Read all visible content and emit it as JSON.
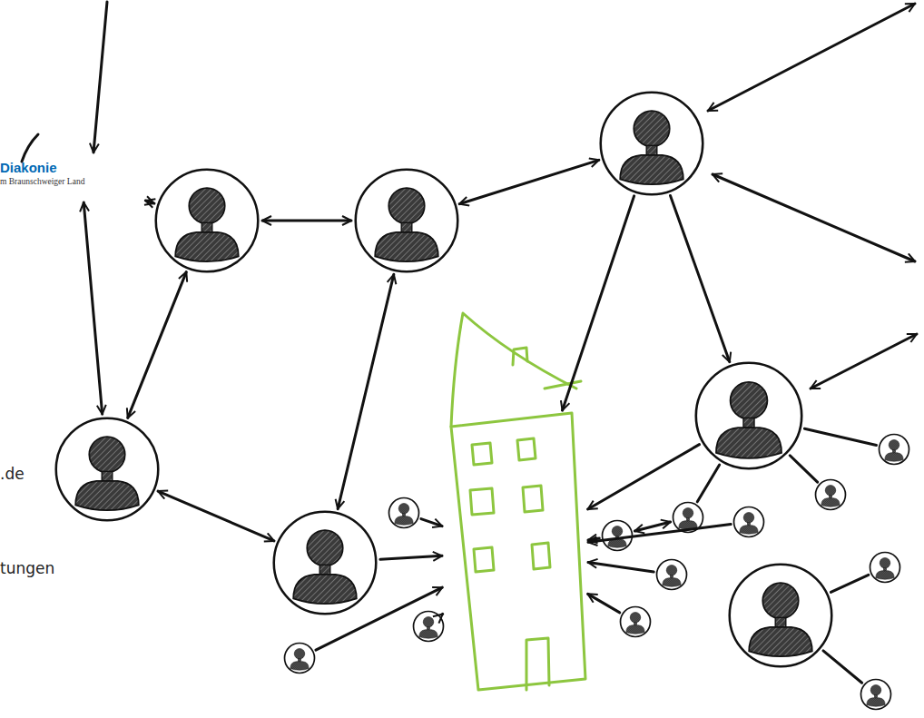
{
  "diagram": {
    "nodes": [
      {
        "text": [
          "Diakonie",
          "m Braunschweiger Land"
        ]
      },
      {
        "text": []
      },
      {
        "text": []
      },
      {
        "text": []
      },
      {
        "text": []
      },
      {
        "text": []
      },
      {
        "text": []
      },
      {
        "text": []
      },
      {
        "text": []
      },
      {
        "text": []
      },
      {
        "text": []
      },
      {
        "text": []
      },
      {
        "text": []
      },
      {
        "text": []
      },
      {
        "text": []
      },
      {
        "text": []
      },
      {
        "text": []
      },
      {
        "text": []
      },
      {
        "text": []
      },
      {
        "text": []
      },
      {
        "text": []
      }
    ],
    "edges": [
      {
        "from": 0,
        "to": 1,
        "arrow": "both"
      },
      {
        "from": 0,
        "to": 4,
        "arrow": "both"
      },
      {
        "from": 1,
        "to": 4,
        "arrow": "both"
      },
      {
        "from": 1,
        "to": 2,
        "arrow": "both"
      },
      {
        "from": 2,
        "to": 3,
        "arrow": "both"
      },
      {
        "from": 2,
        "to": 7,
        "arrow": "both"
      },
      {
        "from": 4,
        "to": 7,
        "arrow": "both"
      },
      {
        "from": 3,
        "to": 5,
        "arrow": "to"
      },
      {
        "from": 3,
        "to": 6,
        "arrow": "to"
      },
      {
        "from": 6,
        "to": 5,
        "arrow": "to"
      },
      {
        "from": 7,
        "to": 5,
        "arrow": "to"
      },
      {
        "from": 6,
        "to": 13,
        "arrow": "none"
      },
      {
        "from": 6,
        "to": 14,
        "arrow": "none"
      },
      {
        "from": 6,
        "to": 11,
        "arrow": "none"
      },
      {
        "from": 8,
        "to": 19,
        "arrow": "none"
      },
      {
        "from": 8,
        "to": 20,
        "arrow": "none"
      },
      {
        "from": 9,
        "to": 5,
        "arrow": "to"
      },
      {
        "from": 16,
        "to": 5,
        "arrow": "to"
      },
      {
        "from": 18,
        "to": 5,
        "arrow": "to"
      },
      {
        "from": 10,
        "to": 11,
        "arrow": "both"
      },
      {
        "from": 10,
        "to": 5,
        "arrow": "to"
      },
      {
        "from": 12,
        "to": 5,
        "arrow": "to"
      },
      {
        "from": 15,
        "to": 5,
        "arrow": "to"
      },
      {
        "from": 17,
        "to": 5,
        "arrow": "to"
      }
    ],
    "labels": [
      ".de",
      "tungen"
    ]
  }
}
